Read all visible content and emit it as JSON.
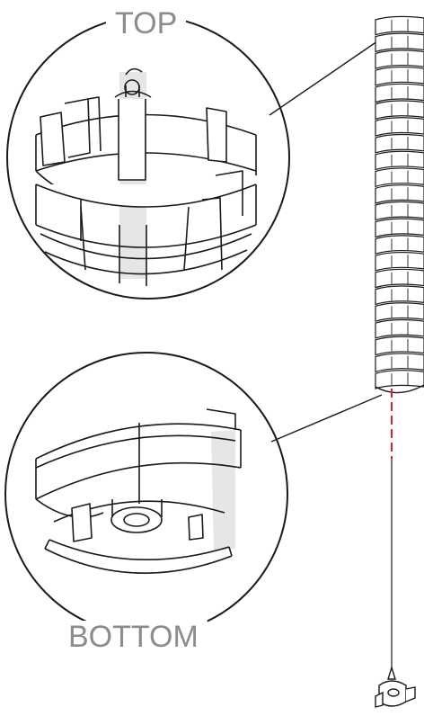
{
  "labels": {
    "top": "TOP",
    "bottom": "BOTTOM"
  },
  "colors": {
    "line": "#1a1a1a",
    "label": "#8c8c8c",
    "shade": "#e6e6e6",
    "dashed_axis": "#d8232a",
    "background": "#ffffff"
  },
  "icons": {
    "top_detail": "cable-spine-top-detail",
    "bottom_detail": "cable-spine-bottom-detail",
    "spine": "cable-spine-column",
    "base": "floor-mount-base"
  }
}
